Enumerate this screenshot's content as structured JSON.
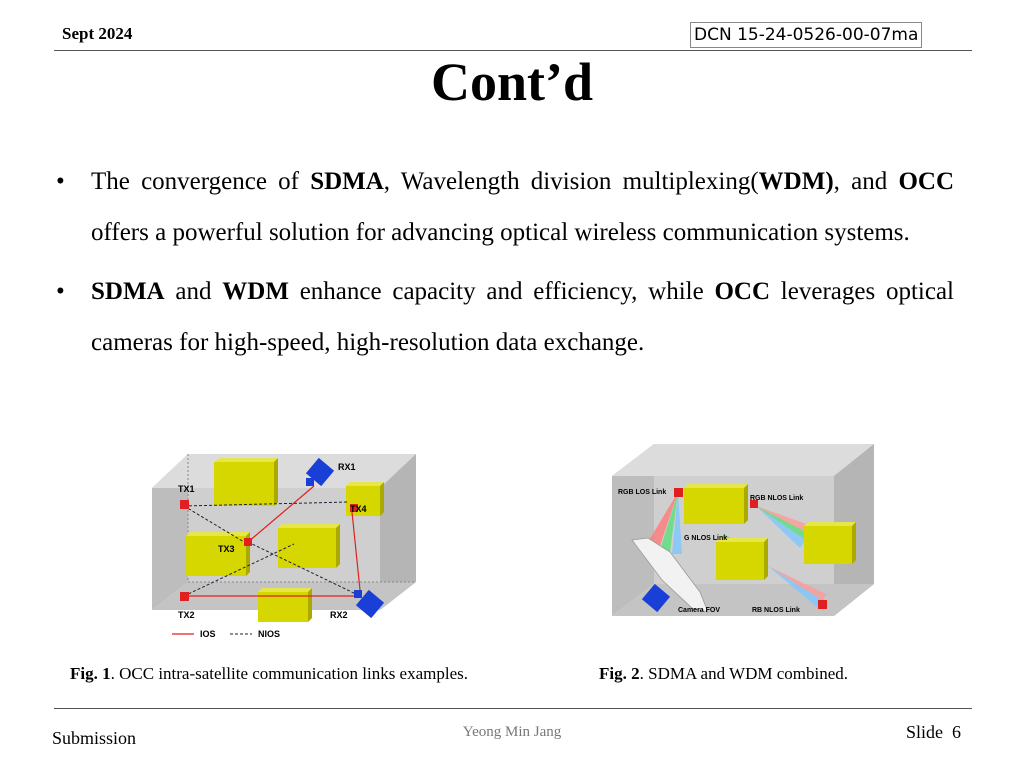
{
  "header": {
    "date": "Sept 2024",
    "dcn": "DCN 15-24-0526-00-07ma"
  },
  "title": "Cont’d",
  "bullets": [
    {
      "t1": "The convergence of ",
      "b1": "SDMA",
      "t2": ", Wavelength division multiplexing(",
      "b2": "WDM)",
      "t3": ", and ",
      "b3": "OCC",
      "t4": " offers a powerful solution for advancing optical wireless communication systems."
    },
    {
      "b1": "SDMA",
      "t1": " and ",
      "b2": "WDM",
      "t2": " enhance capacity and efficiency, while ",
      "b3": "OCC",
      "t3": " leverages optical cameras for high-speed, high-resolution data exchange."
    }
  ],
  "fig1": {
    "labels": {
      "rx1": "RX1",
      "tx1": "TX1",
      "tx4": "TX4",
      "tx3": "TX3",
      "tx2": "TX2",
      "rx2": "RX2"
    },
    "legend": {
      "ios": "IOS",
      "nios": "NIOS"
    },
    "caption_bold": "Fig. 1",
    "caption_text": ". OCC intra-satellite communication links examples."
  },
  "fig2": {
    "labels": {
      "rgb_los": "RGB LOS Link",
      "rgb_nlos": "RGB NLOS Link",
      "g_nlos": "G NLOS Link",
      "camera_fov": "Camera FOV",
      "rb_nlos": "RB NLOS Link"
    },
    "caption_bold": "Fig. 2",
    "caption_text": ". SDMA and WDM combined."
  },
  "footer": {
    "submission": "Submission",
    "author": "Yeong Min Jang",
    "slide_label": "Slide",
    "slide_number": "6"
  },
  "colors": {
    "box_face": "#d6d600",
    "box_top": "#e6e64a",
    "box_side": "#a9a900",
    "tx_red": "#e02020",
    "rx_blue": "#1a3fd6",
    "room": "#c8c8c8"
  }
}
